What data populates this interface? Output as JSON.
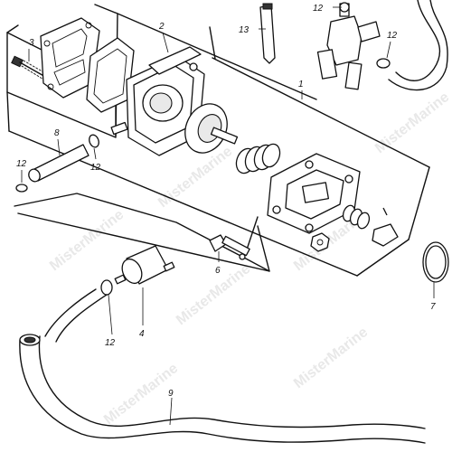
{
  "labels": {
    "l1": "1",
    "l2": "2",
    "l3": "3",
    "l4": "4",
    "l6": "6",
    "l7": "7",
    "l8": "8",
    "l9": "9",
    "l12a": "12",
    "l12b": "12",
    "l12c": "12",
    "l12d": "12",
    "l12e": "12",
    "l13": "13"
  },
  "watermark": "MisterMarine",
  "colors": {
    "line": "#111111",
    "background": "#ffffff",
    "watermark": "#d6d6d6"
  }
}
